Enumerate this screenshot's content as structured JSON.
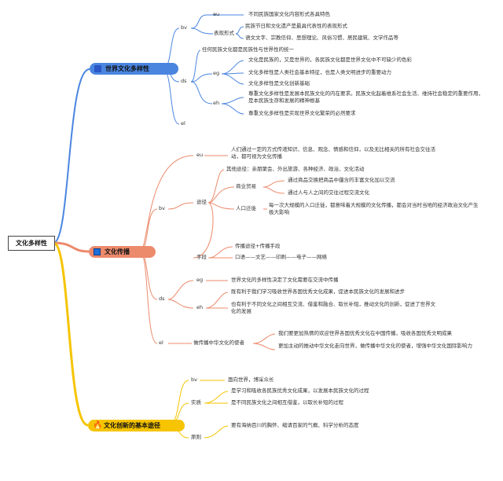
{
  "root": {
    "label": "文化多样性"
  },
  "branches": {
    "diversity": {
      "label": "世界文化多样性"
    },
    "spread": {
      "label": "文化传播"
    },
    "innovation": {
      "label": "文化创新的基本途径"
    }
  },
  "diversity": {
    "bv": "bv",
    "eu": "eu",
    "eu_text": "不同民族国家文化内容形式各具特色",
    "forms": "表现形式",
    "forms_1": "民族节日和文化遗产是最具代表性的表现形式",
    "forms_2": "语文文字、宗教信仰、思想理论、风俗习惯、居民建筑、文学作品等",
    "unity": "任何民族文化都是民族性与世界性的统一",
    "ds": "ds",
    "eg": "eg",
    "eg_1": "文化是民族的，又是世界的，各民族文化都是世界文化中不可缺少的色彩",
    "eg_2": "文化多样性是人类社会基本特征，也是人类文明进步的重要动力",
    "eg_3": "文化多样性是文化创新基础",
    "eh": "eh",
    "eh_1": "尊重文化多样性是发展本民族文化的内在要求。民族文化起着维系社会生活、维持社会稳定的重要作用，是本民族生存和发展的精神根基",
    "eh_2": "尊重文化多样性是实现世界文化繁荣的必然要求",
    "el": "el"
  },
  "spread": {
    "eu": "eu",
    "eu_text": "人们通过一定的方式传递知识、信息、观念、情感和信仰，以及无比相关的所有社会交往活动，都可视为文化传播",
    "bv": "bv",
    "route": "途径",
    "route_1": "其他途径：亲朋聚会、外出旅游、各种经济、政治、文化活动",
    "trade": "商业贸易",
    "trade_1": "通过商品交换把商品中蕴含的丰富文化加以交流",
    "trade_2": "通过人与人之间的交往过程交流文化",
    "migration": "人口迁徙",
    "migration_1": "每一次大规模的人口迁徙，都意味着大规模的文化传播，都会对当时当地的经济政治文化产生极大影响",
    "means": "手段",
    "means_1": "传播途径+传播手段",
    "means_2": "口语——文艺——印刷——电子——网络",
    "ds": "ds",
    "eg": "eg",
    "eg_text": "世界文化的多样性决定了文化需要在交流中传播",
    "eh": "eh",
    "eh_1": "既有利于我们学习吸收世界各国优秀文化成果，促进本民族文化的发展和进步",
    "eh_2": "也有利于不同文化之间相互交流、借鉴和融合、取长补短，推动文化的创新，促进了世界文化的发展",
    "el": "el",
    "messenger": "做传播中华文化的使者",
    "messenger_1": "我们要更加热情的欢迎世界各国优秀文化在中国传播，吸收各国优秀文明成果",
    "messenger_2": "更加主动的推动中华文化走向世界，做传播中华文化的使者，增强中华文化国际影响力"
  },
  "innovation": {
    "bv": "bv",
    "bv_text": "面向世界，博采众长",
    "essence": "实质",
    "essence_1": "是学习和吸收各民族优秀文化成果，以发展本民族文化的过程",
    "essence_2": "是不同民族文化之间相互借鉴，以取长补短的过程",
    "principle": "原则",
    "principle_1": "要有海纳百川的胸怀、缩请百家的气概、科学分析的态度"
  },
  "colors": {
    "blue": "#4a85e0",
    "orange": "#ec8a6c",
    "yellow": "#f6c400",
    "root_border": "#444444"
  },
  "icons": {
    "diversity": "globe-icon",
    "spread": "blue-square-icon",
    "innovation": "flame-icon"
  }
}
